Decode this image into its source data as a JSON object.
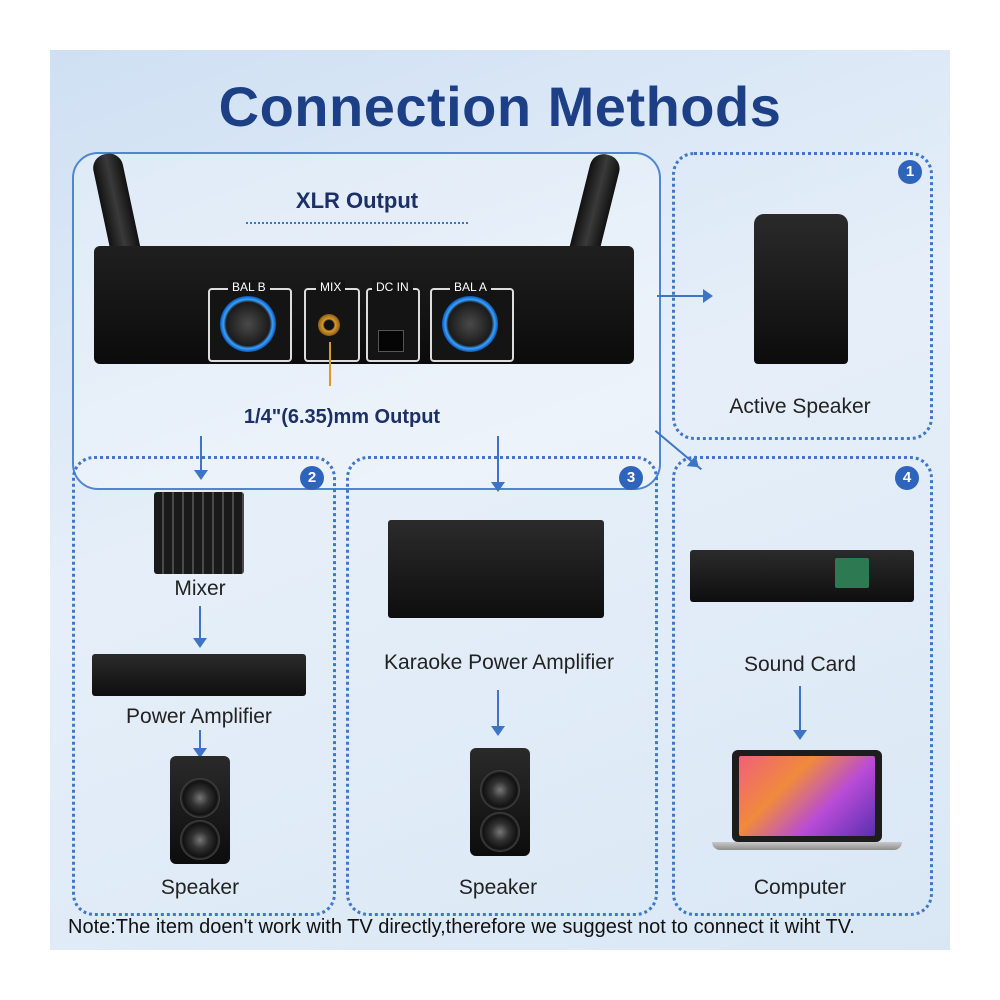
{
  "title": "Connection Methods",
  "receiver": {
    "xlr_output_label": "XLR Output",
    "quarter_inch_output_label": "1/4\"(6.35)mm Output",
    "port_labels": [
      "BAL B",
      "MIX",
      "DC IN",
      "BAL A"
    ]
  },
  "methods": [
    {
      "number": "1",
      "steps": [
        "Active Speaker"
      ]
    },
    {
      "number": "2",
      "steps": [
        "Mixer",
        "Power Amplifier",
        "Speaker"
      ]
    },
    {
      "number": "3",
      "steps": [
        "Karaoke Power Amplifier",
        "Speaker"
      ]
    },
    {
      "number": "4",
      "steps": [
        "Sound Card",
        "Computer"
      ]
    }
  ],
  "note": "Note:The item doen't work with TV directly,therefore we suggest not to connect it wiht TV.",
  "colors": {
    "title": "#1c3f86",
    "accent": "#3f78c8",
    "badge": "#2f64bd"
  }
}
